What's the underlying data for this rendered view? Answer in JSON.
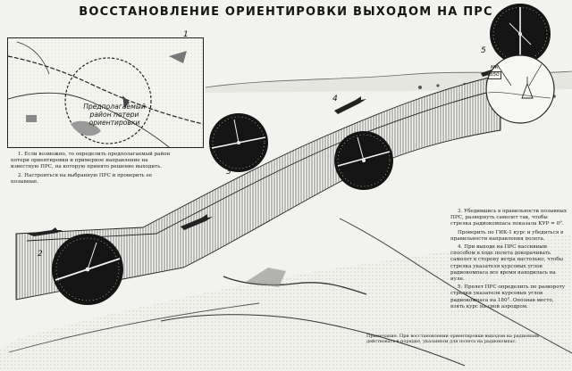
{
  "title": "ВОССТАНОВЛЕНИЕ ОРИЕНТИРОВКИ ВЫХОДОМ НА ПРС",
  "map": {
    "label_lines": [
      "Предполагаемый",
      "район потери",
      "ориентировки"
    ]
  },
  "steps": {
    "s1": "1",
    "s2": "2",
    "s3": "3",
    "s4": "4",
    "s5": "5"
  },
  "indicator": {
    "mk_label": "МК",
    "mk_value": "350"
  },
  "notes_left": {
    "p1": "1. Если возможно, то определить предполагаемый район потери ориентировки и примерное направление на известную ПРС, на которую принято решение выходить.",
    "p2": "2. Настроиться на выбранную ПРС и проверить ее позывные."
  },
  "notes_right": {
    "p3": "3. Убедившись в правильности позывных ПРС, развернуть самолет так, чтобы стрелка радиокомпаса показала КУР = 0°.",
    "p3b": "Проверить по ГИК-1 курс и убедиться в правильности направления полета.",
    "p4": "4. При выходе на ПРС пассивным способом в ходе полета доворачивать самолет в сторону ветра настолько, чтобы стрелка указателя курсовых углов радиокомпаса все время находилась на нуле.",
    "p5": "5. Пролет ПРС определить по развороту стрелки указателя курсовых углов радиокомпаса на 180°. Опознав место, взять курс на свой аэродром."
  },
  "footnote": "Примечание. При восстановлении ориентировки выходом на радиомаяк действовать в порядке, указанном для полета на радиокомпас."
}
